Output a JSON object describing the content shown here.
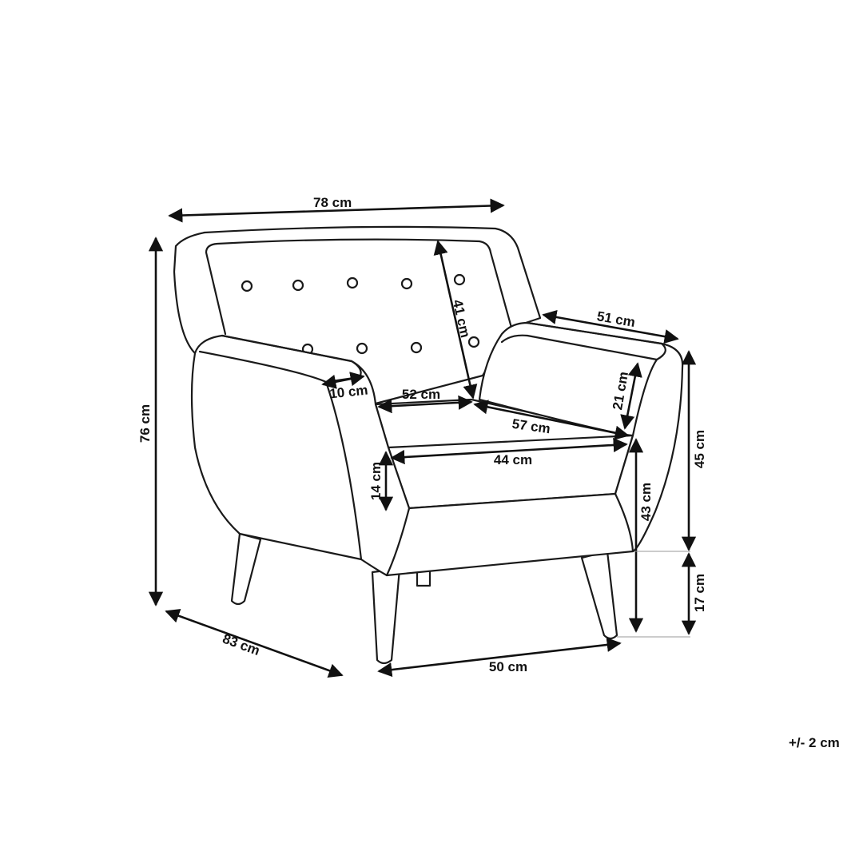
{
  "dimensions": {
    "width": "78 cm",
    "height": "76 cm",
    "depth": "83 cm",
    "backrest_height": "41 cm",
    "armrest_depth": "51 cm",
    "armrest_width": "10 cm",
    "seat_back_width": "52 cm",
    "seat_depth": "57 cm",
    "armrest_height_above_seat": "21 cm",
    "seat_width": "44 cm",
    "seat_cushion_thickness": "14 cm",
    "armrest_height": "45 cm",
    "seat_height": "43 cm",
    "leg_height": "17 cm",
    "base_width": "50 cm"
  },
  "tolerance": "+/- 2 cm",
  "colors": {
    "line": "#1a1a1a",
    "background": "#ffffff",
    "extension": "#9a9a9a"
  }
}
